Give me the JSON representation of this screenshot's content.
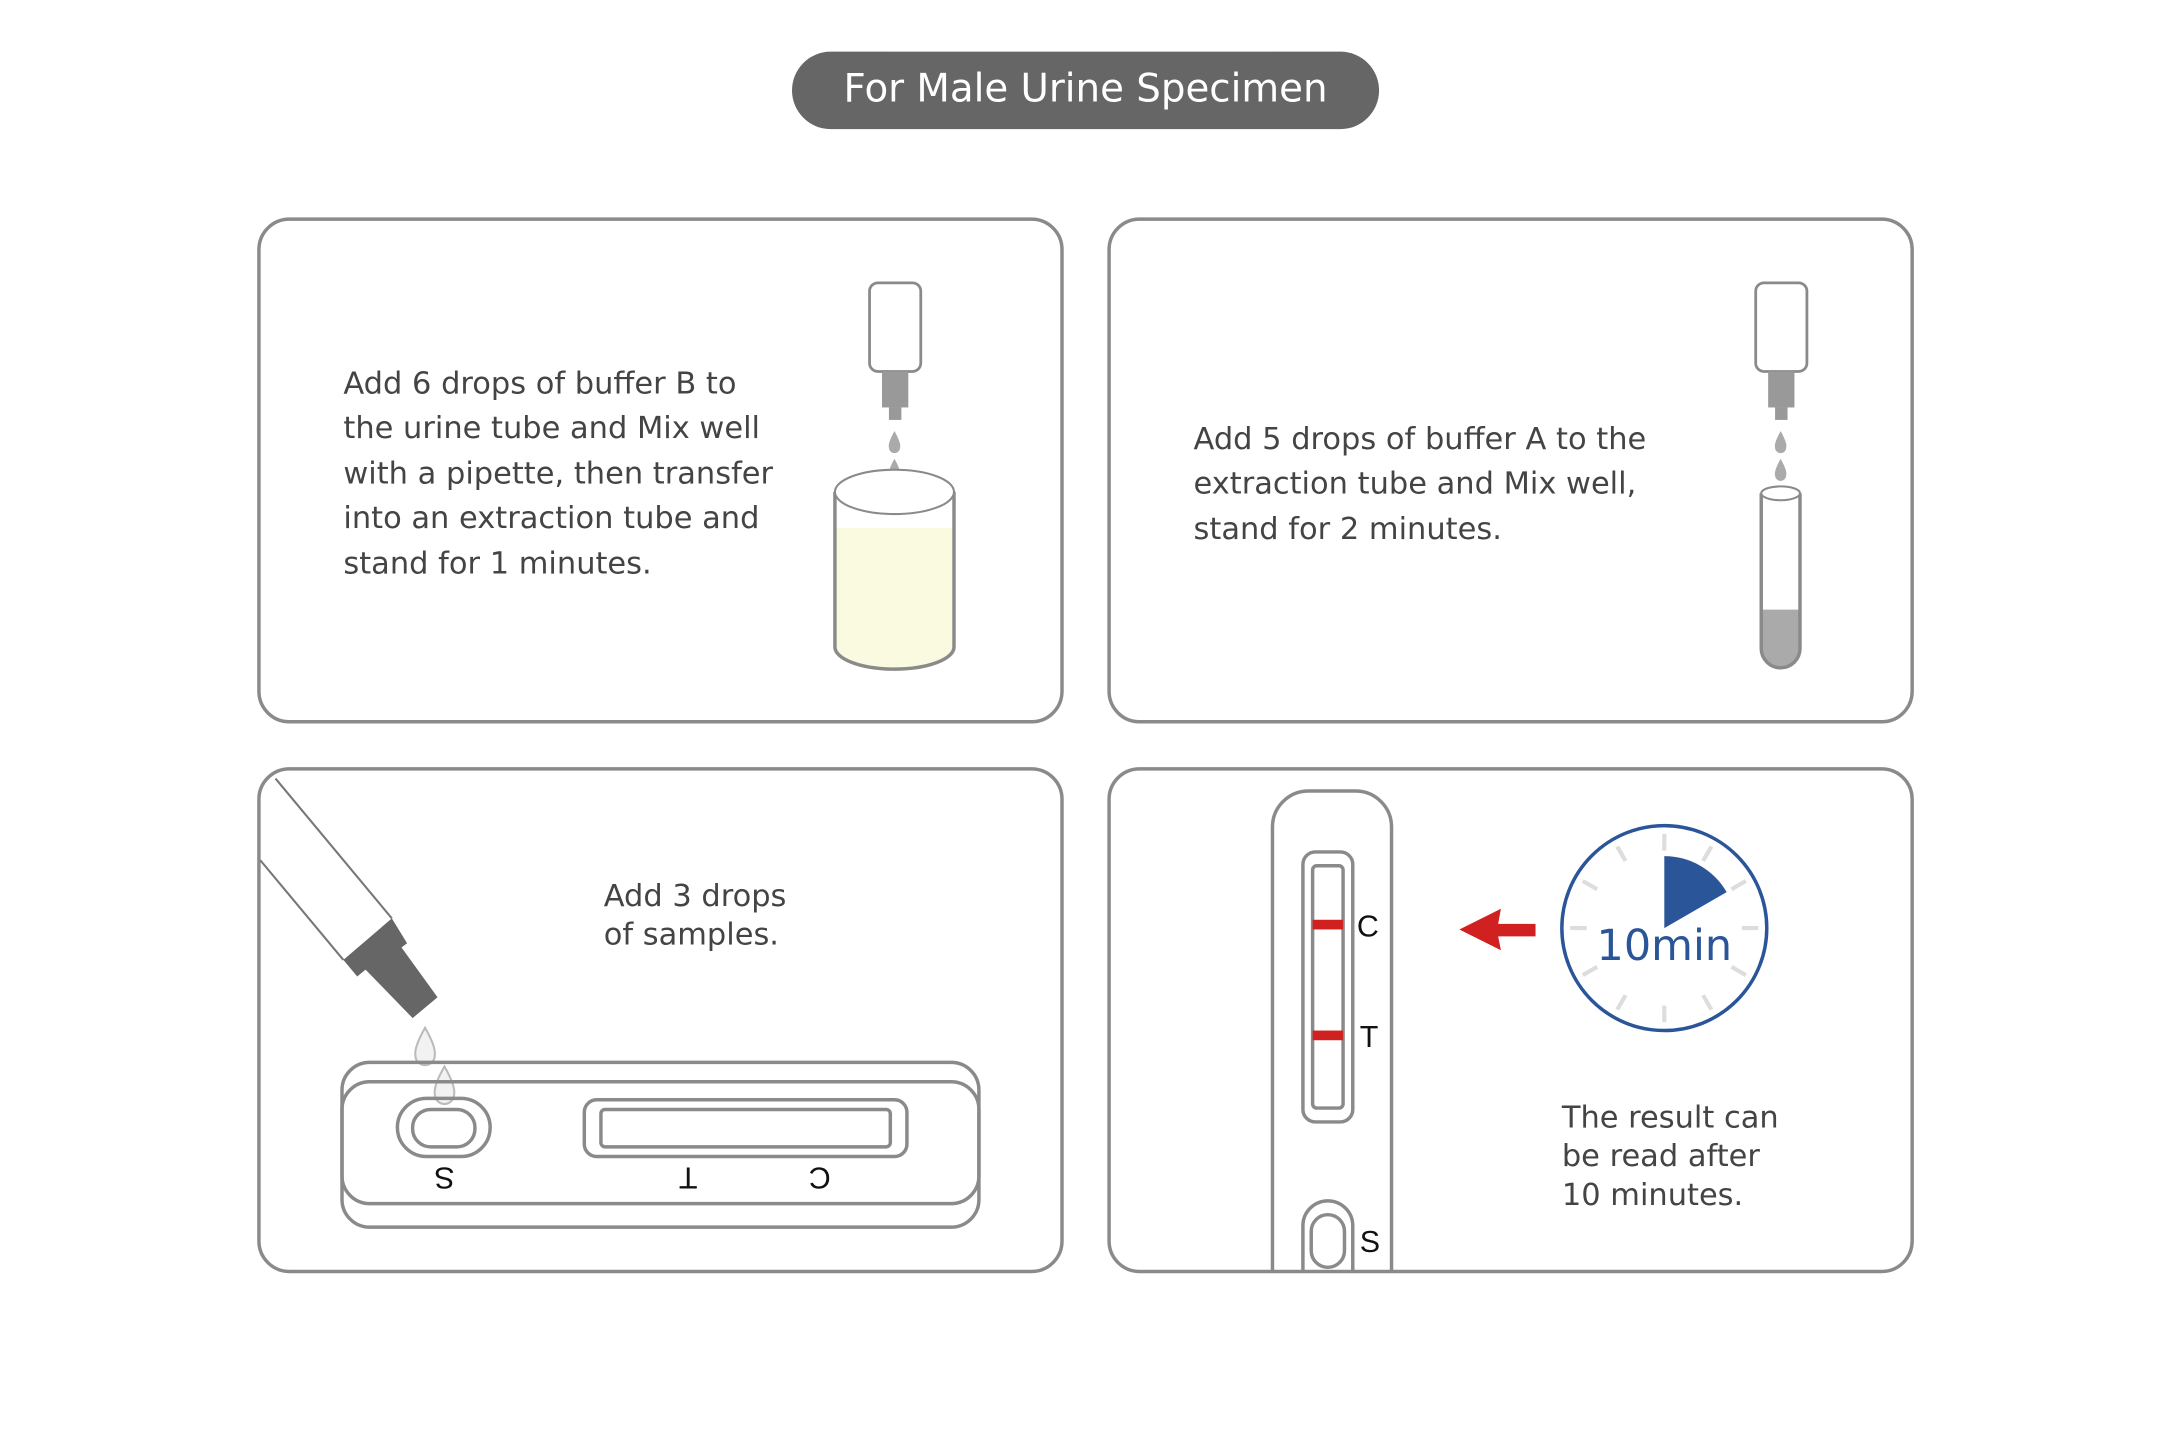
{
  "title": "For Male Urine Specimen",
  "colors": {
    "pill": "#666666",
    "border": "#8a8a8a",
    "text": "#444444",
    "red": "#d02020",
    "blue": "#2a5599",
    "liquid": "#fafae0"
  },
  "steps": [
    {
      "lines": [
        "Add 6 drops of buffer B to",
        "the urine tube and Mix well",
        "with a pipette,  then transfer",
        "into an extraction tube and",
        "stand for 1 minutes."
      ]
    },
    {
      "lines": [
        "Add 5 drops of buffer A to the",
        "extraction tube and Mix well,",
        "stand for 2 minutes."
      ]
    },
    {
      "lines": [
        "Add 3 drops",
        "of samples."
      ],
      "cassette_labels": {
        "s": "S",
        "t": "T",
        "c": "C"
      }
    },
    {
      "lines": [
        "The result can",
        "be read after",
        "10 minutes."
      ],
      "timer": "10min",
      "strip_labels": {
        "c": "C",
        "t": "T",
        "s": "S"
      }
    }
  ]
}
